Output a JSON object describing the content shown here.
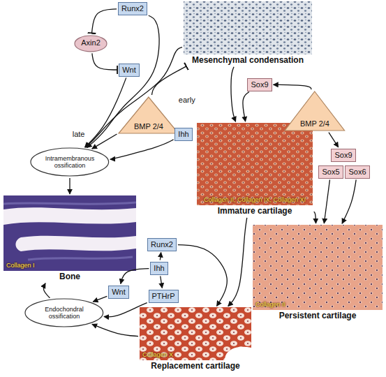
{
  "diagram": {
    "nodes": [
      {
        "text": [
          "Mesenchymal condensation"
        ]
      },
      {
        "text": [
          "Runx2"
        ]
      },
      {
        "text": [
          "Axin2"
        ]
      },
      {
        "text": [
          "Wnt"
        ]
      },
      {
        "text": [
          "BMP 2/4"
        ]
      },
      {
        "text": [
          "Sox9"
        ]
      },
      {
        "text": [
          "BMP 2/4"
        ]
      },
      {
        "text": [
          "Ihh"
        ]
      },
      {
        "text": [
          "Collagen II, Collagen IX, Collagen XI",
          "Immature cartilage"
        ]
      },
      {
        "text": [
          "Intramembranous ossification"
        ]
      },
      {
        "text": [
          "Sox9"
        ]
      },
      {
        "text": [
          "Sox5"
        ]
      },
      {
        "text": [
          "Sox6"
        ]
      },
      {
        "text": [
          "Collagen I",
          "Bone"
        ]
      },
      {
        "text": [
          "Runx2"
        ]
      },
      {
        "text": [
          "Collagen II",
          "Persistent cartilage"
        ]
      },
      {
        "text": [
          "Ihh"
        ]
      },
      {
        "text": [
          "Wnt"
        ]
      },
      {
        "text": [
          "PTHrP"
        ]
      },
      {
        "text": [
          "Endochondral ossification"
        ]
      },
      {
        "text": [
          "Collagen X",
          "Replacement cartilage"
        ]
      }
    ],
    "edges": [
      {
        "from": 1,
        "to": 2,
        "arrow": "to"
      },
      {
        "from": 2,
        "to": 3,
        "arrow": "to"
      },
      {
        "from": 1,
        "to": 9,
        "arrow": "to"
      },
      {
        "from": 3,
        "to": 9,
        "arrow": "to"
      },
      {
        "from": 0,
        "to": 9,
        "arrow": "to"
      },
      {
        "from": 4,
        "to": 9,
        "label": "late",
        "arrow": "to"
      },
      {
        "from": 4,
        "to": 0,
        "label": "early",
        "arrow": "to"
      },
      {
        "from": 7,
        "to": 9,
        "arrow": "to"
      },
      {
        "from": 0,
        "to": 8,
        "arrow": "to"
      },
      {
        "from": 6,
        "to": 5,
        "arrow": "to"
      },
      {
        "from": 5,
        "to": 8,
        "arrow": "to"
      },
      {
        "from": 6,
        "to": 10,
        "arrow": "to"
      },
      {
        "from": 11,
        "to": 15,
        "arrow": "to"
      },
      {
        "from": 12,
        "to": 15,
        "arrow": "to"
      },
      {
        "from": 8,
        "to": 15,
        "arrow": "to"
      },
      {
        "from": 8,
        "to": 20,
        "arrow": "to"
      },
      {
        "from": 14,
        "to": 20,
        "arrow": "to"
      },
      {
        "from": 16,
        "to": 14,
        "arrow": "to"
      },
      {
        "from": 16,
        "to": 17,
        "arrow": "to"
      },
      {
        "from": 16,
        "to": 18,
        "arrow": "to"
      },
      {
        "from": 17,
        "to": 19,
        "arrow": "to"
      },
      {
        "from": 18,
        "to": 19,
        "arrow": "to"
      },
      {
        "from": 20,
        "to": 19,
        "arrow": "to"
      },
      {
        "from": 19,
        "to": 13,
        "arrow": "to"
      },
      {
        "from": 9,
        "to": 13,
        "arrow": "to"
      }
    ]
  }
}
